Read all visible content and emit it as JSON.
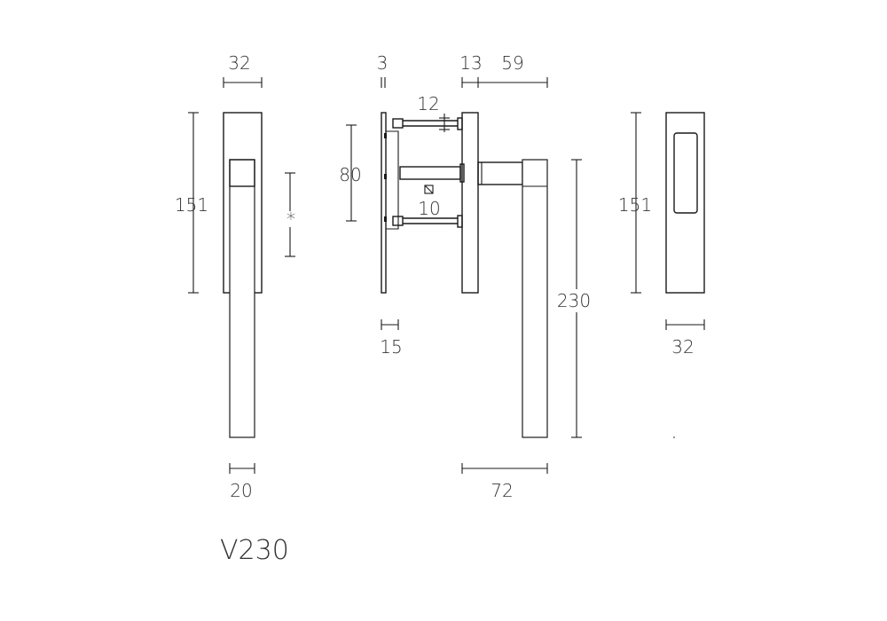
{
  "drawing": {
    "model": "V230",
    "dimensions": {
      "left_width": "32",
      "left_height": "151",
      "star": "*",
      "left_bottom": "20",
      "rose_thickness": "3",
      "neck": "13",
      "lever_offset": "59",
      "screw": "12",
      "rose_spacing": "80",
      "spindle": "10",
      "base_depth": "15",
      "handle_length": "230",
      "projection": "72",
      "right_height": "151",
      "right_width": "32"
    },
    "colors": {
      "line": "#1a1a1a",
      "text": "#333333",
      "background": "#ffffff"
    }
  }
}
